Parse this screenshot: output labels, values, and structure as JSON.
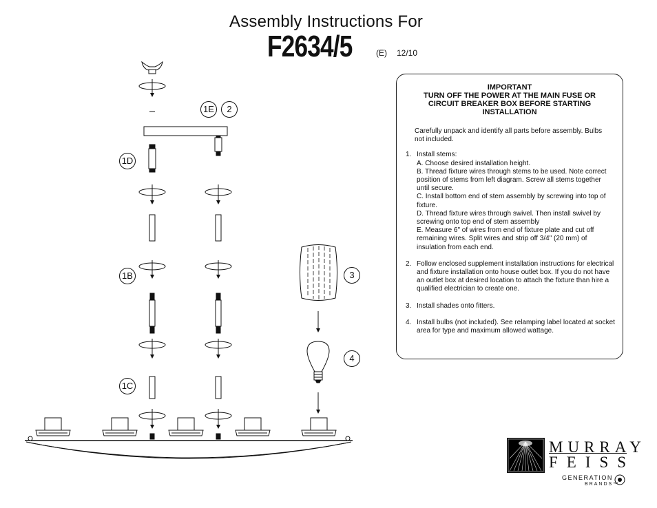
{
  "header": {
    "title": "Assembly Instructions For",
    "model": "F2634/5",
    "revision": "(E)",
    "date": "12/10"
  },
  "callouts": {
    "c1E": "1E",
    "c2": "2",
    "c1D": "1D",
    "c1B": "1B",
    "c3": "3",
    "c1C": "1C",
    "c4": "4"
  },
  "instructions": {
    "important": "IMPORTANT",
    "warning_lines": [
      "TURN OFF THE POWER AT THE MAIN FUSE OR",
      "CIRCUIT BREAKER BOX BEFORE STARTING",
      "INSTALLATION"
    ],
    "intro": "Carefully unpack and identify all parts before assembly. Bulbs not included.",
    "steps": [
      {
        "num": "1.",
        "text": "Install stems:",
        "subs": [
          "A.  Choose desired installation height.",
          "B.  Thread fixture wires through stems to be used.  Note correct position of stems from left diagram.  Screw all stems together until secure.",
          "C.  Install bottom end of stem assembly by screwing into top of fixture.",
          "D. Thread fixture wires through swivel.  Then install swivel by screwing onto top end of stem assembly",
          "E. Measure 6\" of wires from end of fixture plate and cut off remaining wires. Split wires and strip off 3/4\" (20 mm) of insulation from each end."
        ]
      },
      {
        "num": "2.",
        "text": "Follow enclosed supplement installation instructions for electrical and fixture installation onto house outlet box. If you do not have an outlet box at desired location to attach the fixture than hire a qualified electrician to create one.",
        "subs": []
      },
      {
        "num": "3.",
        "text": "Install shades onto fitters.",
        "subs": []
      },
      {
        "num": "4.",
        "text": "Install bulbs (not included).  See relamping label located at socket area for type and maximum allowed wattage.",
        "subs": []
      }
    ]
  },
  "brand": {
    "line1": "MURRAY",
    "line2": "FEISS",
    "generation": "GENERATION",
    "brands": "BRANDS™"
  }
}
